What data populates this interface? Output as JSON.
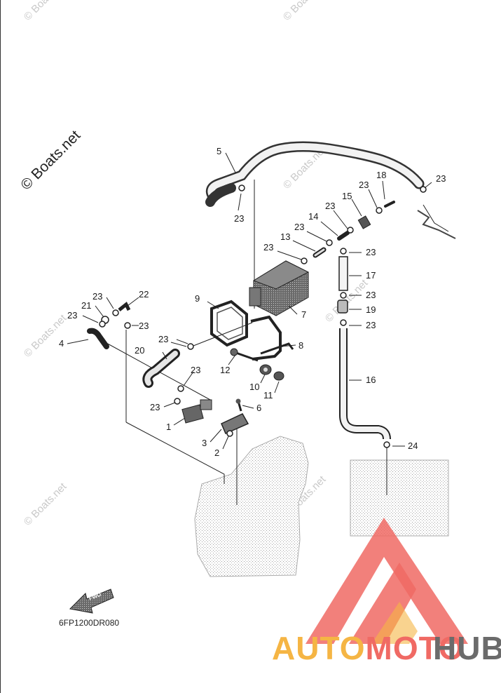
{
  "diagram": {
    "callouts": [
      "1",
      "2",
      "3",
      "4",
      "5",
      "6",
      "7",
      "8",
      "9",
      "10",
      "11",
      "12",
      "13",
      "14",
      "15",
      "16",
      "17",
      "18",
      "19",
      "20",
      "21",
      "22",
      "23",
      "24"
    ],
    "drawing_code": "6FP1200DR080",
    "fwd_arrow_text": "FWD"
  },
  "watermarks": {
    "small": "© Boats.net",
    "large": "© Boats.net"
  },
  "logo": {
    "text_part1": "AUTOMOTO",
    "text_part2": "HUB",
    "color_orange": "#f5b544",
    "color_red": "#f06a64",
    "color_grey": "#6b6b6b"
  }
}
